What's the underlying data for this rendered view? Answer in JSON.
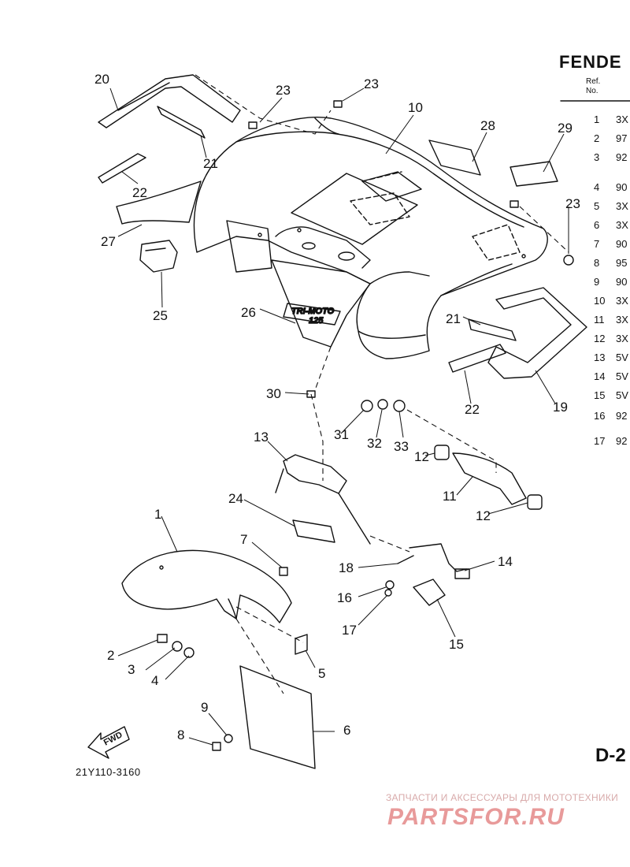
{
  "header": {
    "title": "FENDE",
    "ref_label": "Ref.",
    "no_label": "No."
  },
  "ref_rows": [
    {
      "no": "1",
      "code": "3X"
    },
    {
      "no": "2",
      "code": "97"
    },
    {
      "no": "3",
      "code": "92"
    },
    {
      "no": "4",
      "code": "90"
    },
    {
      "no": "5",
      "code": "3X"
    },
    {
      "no": "6",
      "code": "3X"
    },
    {
      "no": "7",
      "code": "90"
    },
    {
      "no": "8",
      "code": "95"
    },
    {
      "no": "9",
      "code": "90"
    },
    {
      "no": "10",
      "code": "3X"
    },
    {
      "no": "11",
      "code": "3X"
    },
    {
      "no": "12",
      "code": "3X"
    },
    {
      "no": "13",
      "code": "5V"
    },
    {
      "no": "14",
      "code": "5V"
    },
    {
      "no": "15",
      "code": "5V"
    },
    {
      "no": "16",
      "code": "92"
    },
    {
      "no": "17",
      "code": "92"
    }
  ],
  "callouts": [
    "20",
    "23",
    "23",
    "10",
    "28",
    "29",
    "21",
    "22",
    "23",
    "27",
    "25",
    "26",
    "30",
    "31",
    "32",
    "33",
    "21",
    "22",
    "19",
    "13",
    "12",
    "11",
    "12",
    "24",
    "1",
    "7",
    "18",
    "14",
    "16",
    "17",
    "15",
    "2",
    "3",
    "4",
    "5",
    "9",
    "8",
    "6"
  ],
  "decal_text": [
    "TRI-MOTO",
    "125"
  ],
  "fwd_label": "FWD",
  "diagram_code": "21Y110-3160",
  "page_code": "D-2",
  "watermark": {
    "tagline": "ЗАПЧАСТИ И АКСЕССУАРЫ ДЛЯ МОТОТЕХНИКИ",
    "logo": "PARTSFOR.RU"
  }
}
